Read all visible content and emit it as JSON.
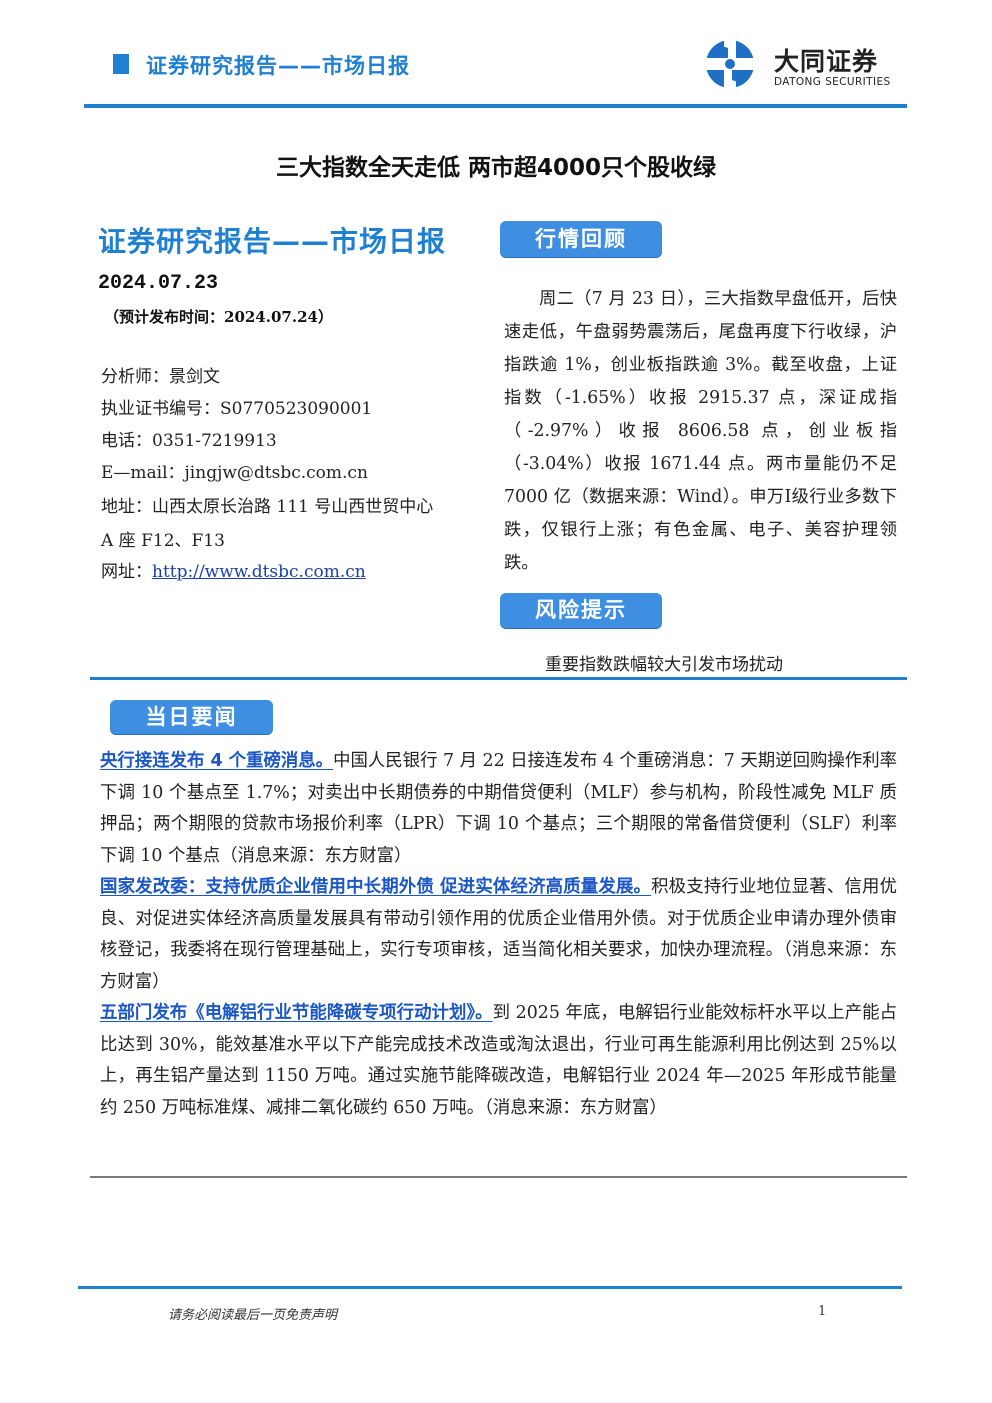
{
  "header": {
    "section_title": "证券研究报告——市场日报",
    "logo_name": "大同证券",
    "logo_sub": "DATONG SECURITIES"
  },
  "report": {
    "main_title": "三大指数全天走低 两市超4000只个股收绿",
    "left_title": "证券研究报告——市场日报",
    "date": "2024.07.23",
    "publish_time": "（预计发布时间：2024.07.24）"
  },
  "analyst": {
    "name_line": "分析师：景剑文",
    "license_line": "执业证书编号：S0770523090001",
    "phone_line": "电话：0351-7219913",
    "email_line": "E—mail：jingjw@dtsbc.com.cn",
    "address_line1": "地址：山西太原长治路 111 号山西世贸中心",
    "address_line2": "A 座 F12、F13",
    "website_label": "网址：",
    "website_url": "http://www.dtsbc.com.cn"
  },
  "market_review": {
    "label": "行情回顾",
    "text": "周二（7 月 23 日），三大指数早盘低开，后快速走低，午盘弱势震荡后，尾盘再度下行收绿，沪指跌逾 1%，创业板指跌逾 3%。截至收盘，上证指数（-1.65%）收报 2915.37 点，深证成指（-2.97%）收报 8606.58 点，创业板指（-3.04%）收报 1671.44 点。两市量能仍不足 7000 亿（数据来源：Wind）。申万Ⅰ级行业多数下跌，仅银行上涨；有色金属、电子、美容护理领跌。"
  },
  "risk": {
    "label": "风险提示",
    "text": "重要指数跌幅较大引发市场扰动"
  },
  "news": {
    "label": "当日要闻",
    "items": [
      {
        "headline": "央行接连发布 4 个重磅消息。",
        "body": "中国人民银行 7 月 22 日接连发布 4 个重磅消息：7 天期逆回购操作利率下调 10 个基点至 1.7%；对卖出中长期债券的中期借贷便利（MLF）参与机构，阶段性减免 MLF 质押品；两个期限的贷款市场报价利率（LPR）下调 10 个基点；三个期限的常备借贷便利（SLF）利率下调 10 个基点（消息来源：东方财富）"
      },
      {
        "headline": "国家发改委：支持优质企业借用中长期外债 促进实体经济高质量发展。",
        "body": "积极支持行业地位显著、信用优良、对促进实体经济高质量发展具有带动引领作用的优质企业借用外债。对于优质企业申请办理外债审核登记，我委将在现行管理基础上，实行专项审核，适当简化相关要求，加快办理流程。（消息来源：东方财富）"
      },
      {
        "headline": "五部门发布《电解铝行业节能降碳专项行动计划》。",
        "body": "到 2025 年底，电解铝行业能效标杆水平以上产能占比达到 30%，能效基准水平以下产能完成技术改造或淘汰退出，行业可再生能源利用比例达到 25%以上，再生铝产量达到 1150 万吨。通过实施节能降碳改造，电解铝行业 2024 年—2025 年形成节能量约 250 万吨标准煤、减排二氧化碳约 650 万吨。（消息来源：东方财富）"
      }
    ]
  },
  "footer": {
    "disclaimer": "请务必阅读最后一页免责声明",
    "page_number": "1"
  },
  "colors": {
    "brand_blue": "#1f7fd1",
    "pill_blue": "#3e8ee2",
    "headline_blue": "#1a56c4"
  }
}
